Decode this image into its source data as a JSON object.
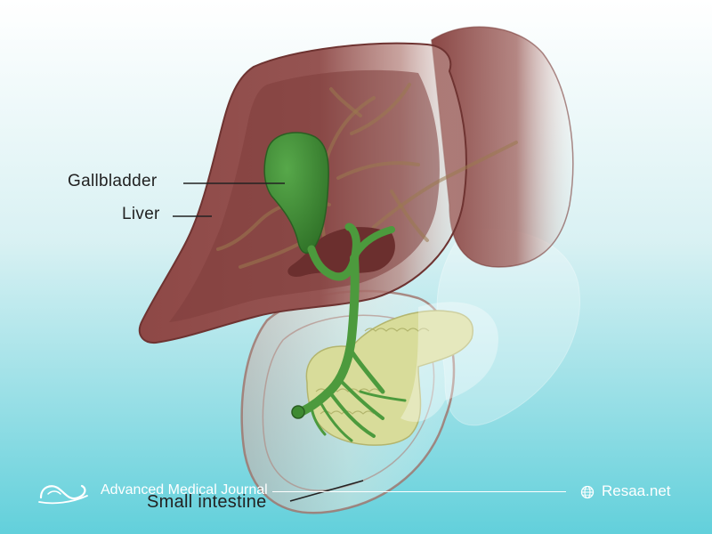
{
  "labels": {
    "gallbladder": "Gallbladder",
    "liver": "Liver",
    "small_intestine": "Small intestine"
  },
  "footer": {
    "title": "Advanced Medical Journal",
    "site": "Resaa.net",
    "logo_icon": "wave-logo-icon",
    "site_icon": "globe-icon"
  },
  "colors": {
    "liver": "#8f4b48",
    "gallbladder": "#3e8a32",
    "pancreas": "#d8dc9a",
    "intestine_outline": "#9f7068",
    "background_top": "#ffffff",
    "background_bottom": "#66d2dc"
  }
}
